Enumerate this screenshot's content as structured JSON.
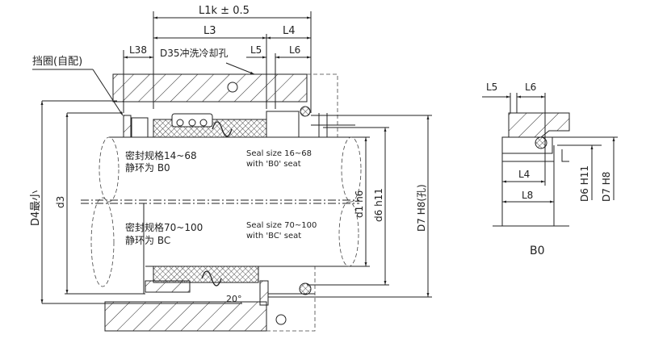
{
  "main_view": {
    "dim_l1k": "L1k ± 0.5",
    "dim_l3": "L3",
    "dim_l4": "L4",
    "dim_l38": "L38",
    "dim_l5": "L5",
    "dim_l6": "L6",
    "flush_hole": "D35冲洗冷却孔",
    "retaining_ring": "挡圈(自配)",
    "dim_d4": "D4最小",
    "dim_d3": "d3",
    "dim_d1": "d1 h6",
    "dim_d6": "d6 h11",
    "dim_d7": "D7 H8(孔)",
    "upper_cn_line1": "密封规格14~68",
    "upper_cn_line2": "静环为 B0",
    "upper_en_line1": "Seal size 16~68",
    "upper_en_line2": "with 'B0' seat",
    "lower_cn_line1": "密封规格70~100",
    "lower_cn_line2": "静环为 BC",
    "lower_en_line1": "Seal size 70~100",
    "lower_en_line2": "with 'BC' seat",
    "angle": "20°"
  },
  "detail_view": {
    "dim_l5": "L5",
    "dim_l6": "L6",
    "dim_l4": "L4",
    "dim_l8": "L8",
    "dim_d6": "D6 H11",
    "dim_d7": "D7 H8",
    "caption": "B0"
  }
}
